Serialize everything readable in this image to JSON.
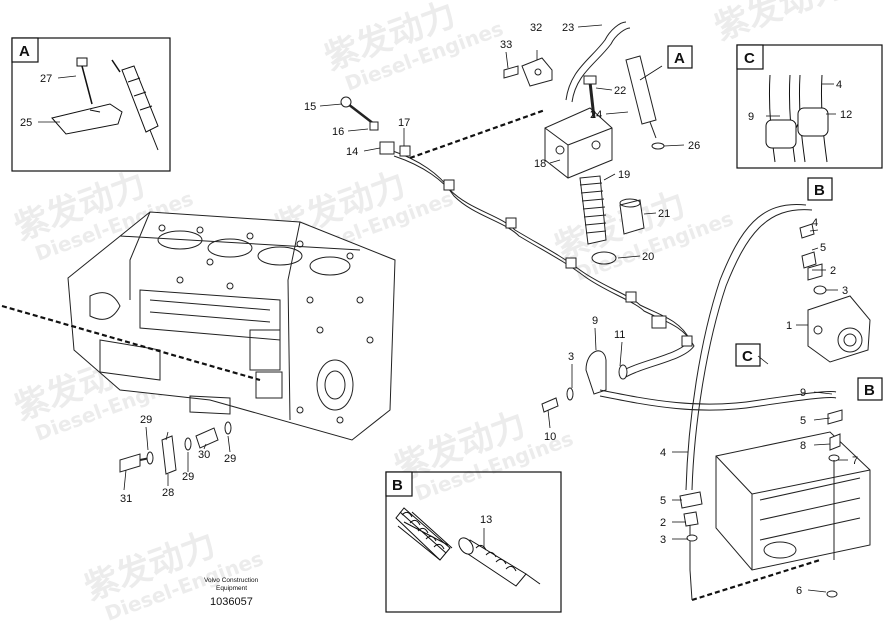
{
  "watermark": {
    "line1": "紫发动力",
    "line2": "Diesel-Engines"
  },
  "footer": {
    "brand_line1": "Volvo Construction",
    "brand_line2": "Equipment",
    "drawing_number": "1036057"
  },
  "boxes": {
    "a_inset": "A",
    "b_inset": "B",
    "c_inset": "C",
    "a_marker": "A",
    "b_marker_top": "B",
    "b_marker_right": "B",
    "c_marker": "C"
  },
  "callouts": {
    "c1": "1",
    "c2a": "2",
    "c2b": "2",
    "c3a": "3",
    "c3b": "3",
    "c3c": "3",
    "c4a": "4",
    "c4b": "4",
    "c4c": "4",
    "c5a": "5",
    "c5b": "5",
    "c5c": "5",
    "c6": "6",
    "c7": "7",
    "c8": "8",
    "c9a": "9",
    "c9b": "9",
    "c9c": "9",
    "c10": "10",
    "c11": "11",
    "c12": "12",
    "c13": "13",
    "c14": "14",
    "c15": "15",
    "c16": "16",
    "c17": "17",
    "c18": "18",
    "c19": "19",
    "c20": "20",
    "c21": "21",
    "c22": "22",
    "c23": "23",
    "c24": "24",
    "c25": "25",
    "c26": "26",
    "c27": "27",
    "c28": "28",
    "c29a": "29",
    "c29b": "29",
    "c29c": "29",
    "c30": "30",
    "c31": "31",
    "c32": "32",
    "c33": "33"
  }
}
